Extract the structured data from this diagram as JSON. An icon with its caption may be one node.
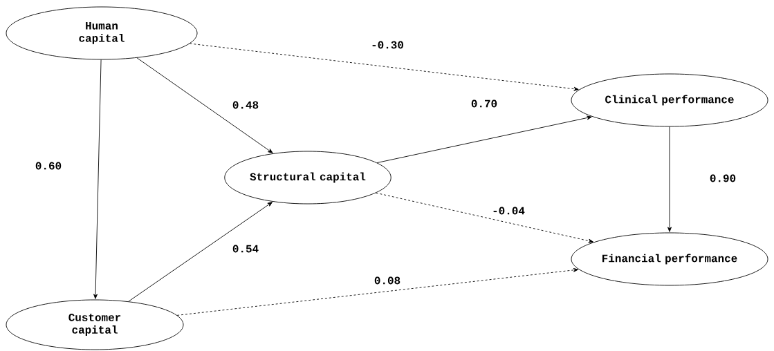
{
  "diagram": {
    "nodes": [
      {
        "text": [
          "Human capital"
        ]
      },
      {
        "text": [
          "Clinical performance"
        ]
      },
      {
        "text": [
          "Structural capital"
        ]
      },
      {
        "text": [
          "Financial performance"
        ]
      },
      {
        "text": [
          "Customer capital"
        ]
      }
    ],
    "edges": [
      {
        "from": 0,
        "to": 1,
        "arrow": "to",
        "style": "dashed",
        "label": "-0.30"
      },
      {
        "from": 0,
        "to": 2,
        "arrow": "to",
        "label": "0.48"
      },
      {
        "from": 0,
        "to": 4,
        "arrow": "to",
        "label": "0.60"
      },
      {
        "from": 2,
        "to": 1,
        "arrow": "to",
        "label": "0.70"
      },
      {
        "from": 1,
        "to": 3,
        "arrow": "to",
        "label": "0.90"
      },
      {
        "from": 2,
        "to": 3,
        "arrow": "to",
        "style": "dashed",
        "label": "-0.04"
      },
      {
        "from": 4,
        "to": 2,
        "arrow": "to",
        "label": "0.54"
      },
      {
        "from": 4,
        "to": 3,
        "arrow": "to",
        "style": "dashed",
        "label": "0.08"
      }
    ]
  }
}
